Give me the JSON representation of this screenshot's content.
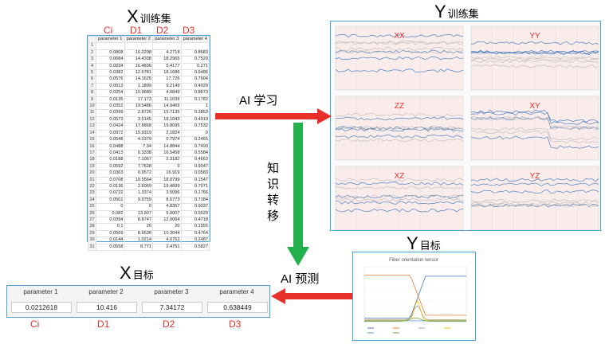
{
  "x_train": {
    "title": "X",
    "title_sub": "训练集",
    "col_labels": [
      "Ci",
      "D1",
      "D2",
      "D3"
    ],
    "headers": [
      "parameter 1",
      "parameter 2",
      "parameter 3",
      "parameter 4"
    ],
    "rows": [
      [
        "1",
        "",
        "",
        "",
        ""
      ],
      [
        "2",
        "0.0808",
        "16.2298",
        "4.2718",
        "0.8683"
      ],
      [
        "3",
        "0.0684",
        "14.4338",
        "18.2965",
        "0.7529"
      ],
      [
        "4",
        "0.0934",
        "16.4836",
        "5.4177",
        "0.271"
      ],
      [
        "5",
        "0.0382",
        "12.6781",
        "18.1686",
        "0.6486"
      ],
      [
        "6",
        "0.0576",
        "14.1625",
        "17.726",
        "0.7604"
      ],
      [
        "7",
        "0.0013",
        "1.1899",
        "9.2149",
        "0.4029"
      ],
      [
        "8",
        "0.0254",
        "10.9689",
        "4.0849",
        "0.8873"
      ],
      [
        "9",
        "0.0135",
        "17.173",
        "11.1039",
        "0.1782"
      ],
      [
        "10",
        "0.0352",
        "19.5486",
        "14.9469",
        "1"
      ],
      [
        "11",
        "0.0399",
        "2.8726",
        "15.7135",
        "0.3853"
      ],
      [
        "12",
        "0.0573",
        "3.5145",
        "18.1043",
        "0.4919"
      ],
      [
        "13",
        "0.0424",
        "17.8868",
        "19.8095",
        "0.7532"
      ],
      [
        "14",
        "0.0972",
        "15.9319",
        "2.1824",
        "0"
      ],
      [
        "15",
        "0.0548",
        "4.0379",
        "0.7974",
        "0.2465"
      ],
      [
        "16",
        "0.0488",
        "7.34",
        "14.8844",
        "0.7493"
      ],
      [
        "17",
        "0.0413",
        "0.3338",
        "16.5458",
        "0.5584"
      ],
      [
        "18",
        "0.0188",
        "7.1067",
        "2.3182",
        "0.4663"
      ],
      [
        "19",
        "0.0592",
        "7.7628",
        "0",
        "0.9047"
      ],
      [
        "20",
        "0.0363",
        "0.9572",
        "16.919",
        "0.0583"
      ],
      [
        "21",
        "0.0708",
        "19.5564",
        "18.0799",
        "0.1547"
      ],
      [
        "22",
        "0.0136",
        "2.6069",
        "19.4899",
        "0.7071"
      ],
      [
        "23",
        "0.0722",
        "1.3374",
        "3.5096",
        "0.1766"
      ],
      [
        "24",
        "0.0501",
        "9.9759",
        "8.6773",
        "0.7184"
      ],
      [
        "25",
        "0",
        "0",
        "4.8357",
        "0.9037"
      ],
      [
        "26",
        "0.082",
        "13.907",
        "5.0007",
        "0.5529"
      ],
      [
        "27",
        "0.0394",
        "8.8747",
        "12.0064",
        "0.4718"
      ],
      [
        "28",
        "0.1",
        "20",
        "20",
        "0.1555"
      ],
      [
        "29",
        "0.0569",
        "8.9538",
        "10.3044",
        "0.4764"
      ],
      [
        "30",
        "0.0144",
        "1.0214",
        "4.0763",
        "0.2487"
      ],
      [
        "31",
        "0.0558",
        "8.771",
        "2.4751",
        "0.5827"
      ]
    ]
  },
  "y_train": {
    "title": "Y",
    "title_sub": "训练集",
    "plots": [
      "XX",
      "YY",
      "ZZ",
      "XY",
      "XZ",
      "YZ"
    ]
  },
  "arrows": {
    "ai_learn": "AI 学习",
    "transfer": [
      "知",
      "识",
      "转",
      "移"
    ],
    "ai_predict": "AI 预测"
  },
  "y_target": {
    "title": "Y",
    "title_sub": "目标",
    "chart_title": "Fiber orientation tensor"
  },
  "x_target": {
    "title": "X",
    "title_sub": "目标",
    "headers": [
      "parameter 1",
      "parameter 2",
      "parameter 3",
      "parameter 4"
    ],
    "values": [
      "0.0212618",
      "10.416",
      "7.34172",
      "0.638449"
    ],
    "col_labels": [
      "Ci",
      "D1",
      "D2",
      "D3"
    ]
  },
  "colors": {
    "arrow_red": "#e8302a",
    "arrow_green": "#22b14c",
    "frame_blue": "#4aa0d8"
  }
}
